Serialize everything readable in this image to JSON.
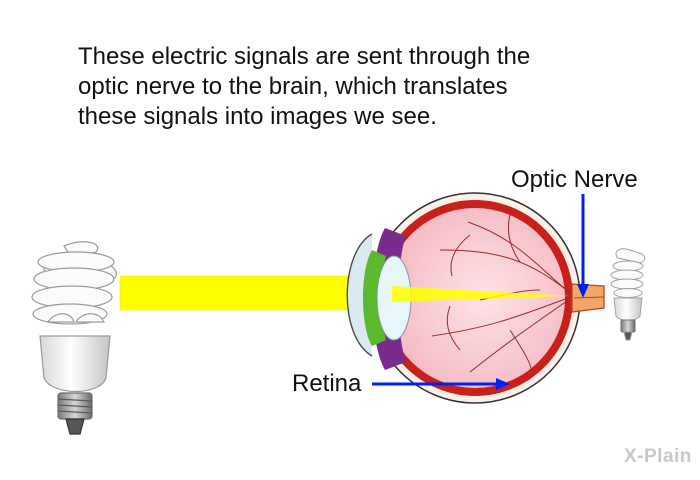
{
  "caption": {
    "lines": [
      "These electric signals are sent through the",
      "optic nerve to the brain, which translates",
      "these signals into images we see."
    ]
  },
  "labels": {
    "optic_nerve": "Optic Nerve",
    "retina": "Retina"
  },
  "colors": {
    "light_beam": "#ffff00",
    "pointer_arrow": "#0022ee",
    "eye_wall": "#c8201a",
    "eye_interior": "#f9cfd5",
    "vessels": "#9a2a2a",
    "iris": "#5cb82c",
    "ciliary": "#7a2c8c"
  },
  "logo": "X-Plain",
  "icons": [
    "bulb-large-icon",
    "bulb-small-icon",
    "eye-cross-section-icon"
  ]
}
